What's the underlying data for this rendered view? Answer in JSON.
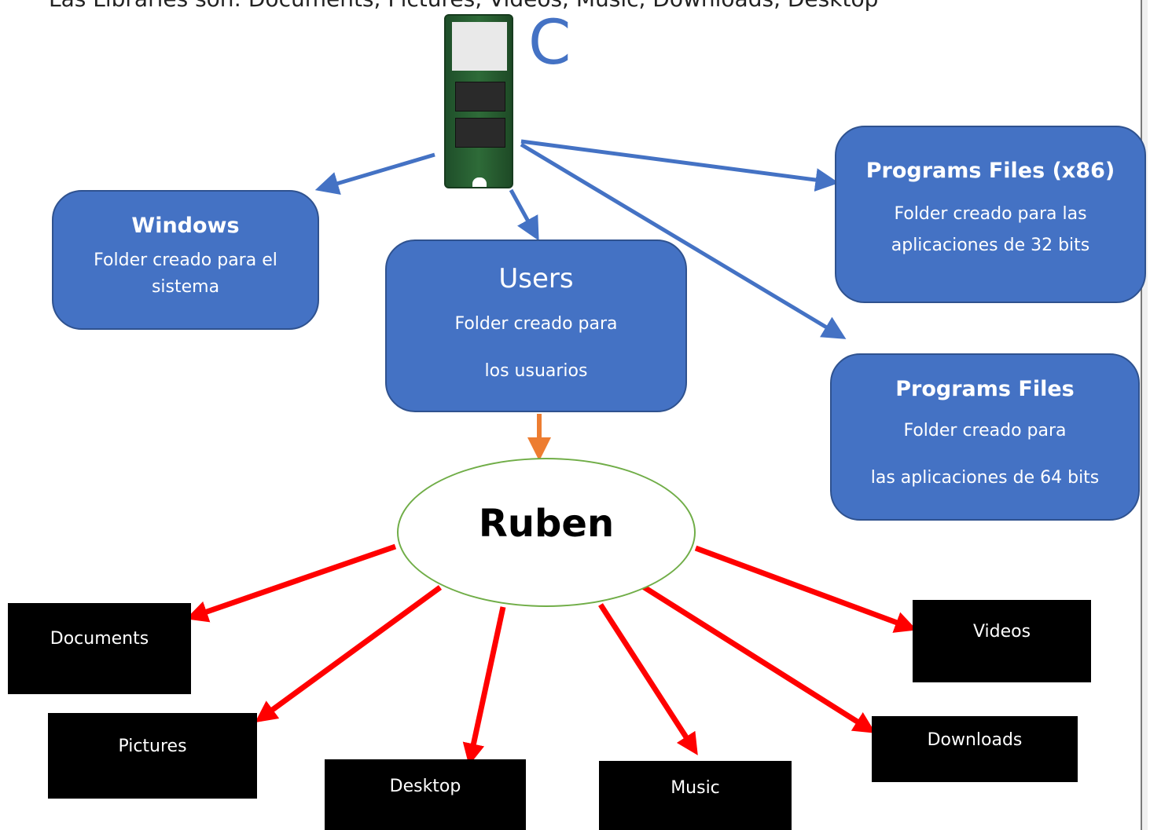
{
  "header_text": "Las Libraries son: Documents, Pictures, Videos, Music, Downloads, Desktop",
  "drive": {
    "letter": "C",
    "icon": "m2-ssd-icon"
  },
  "folders": {
    "windows": {
      "title": "Windows",
      "line1": "Folder creado para el",
      "line2": "sistema"
    },
    "users": {
      "title": "Users",
      "line1": "Folder creado para",
      "line2": "los usuarios"
    },
    "programs_x86": {
      "title": "Programs Files (x86)",
      "line1": "Folder creado para las",
      "line2": "aplicaciones de 32 bits"
    },
    "programs": {
      "title": "Programs Files",
      "line1": "Folder creado para",
      "line2": "las aplicaciones de 64 bits"
    }
  },
  "user": {
    "name": "Ruben"
  },
  "libraries": {
    "documents": "Documents",
    "pictures": "Pictures",
    "desktop": "Desktop",
    "music": "Music",
    "downloads": "Downloads",
    "videos": "Videos"
  },
  "colors": {
    "folder_box": "#4472c4",
    "drive_arrows": "#4472c4",
    "user_arrow": "#ed7d31",
    "library_arrows": "#ff0000",
    "user_ellipse_border": "#70ad47"
  }
}
